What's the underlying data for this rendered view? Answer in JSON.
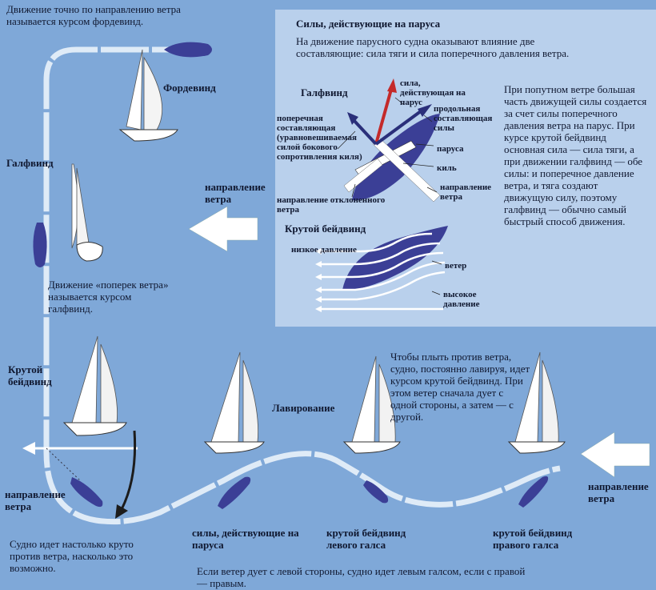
{
  "colors": {
    "background": "#7fa8d8",
    "panel": "#b9d0ec",
    "path": "#eaf2fb",
    "hull": "#3b3f96",
    "sail": "#ffffff",
    "arrow_red": "#c42a2a",
    "arrow_navy": "#2a2f7a"
  },
  "texts": {
    "top_left_caption": "Движение точно по направлению ветра называется курсом фордевинд.",
    "fordewind_label": "Фордевинд",
    "halfwind_label": "Галфвинд",
    "wind_direction_top": "направление ветра",
    "halfwind_caption": "Движение «поперек ветра» называется курсом галфвинд.",
    "close_haul_label": "Крутой бейдвинд",
    "tacking_label": "Лавирование",
    "tacking_caption": "Чтобы плыть против ветра, судно, постоянно лавируя, идет курсом крутой бейдвинд. При этом ветер сначала дует с одной стороны, а затем — с другой.",
    "wind_direction_left": "направление ветра",
    "wind_direction_right": "направление ветра",
    "close_caption": "Судно идет настолько круто против ветра, насколько это возможно.",
    "forces_bottom": "силы, действующие на паруса",
    "port_tack": "крутой бейдвинд левого галса",
    "starboard_tack": "крутой бейдвинд правого галса",
    "bottom_caption": "Если ветер дует с левой стороны, судно идет левым галсом, если с правой — правым."
  },
  "panel": {
    "title": "Силы, действующие на паруса",
    "intro": "На движение парусного судна оказывают влияние две составляющие: сила тяги и сила поперечного давления ветра.",
    "halfwind_label": "Галфвинд",
    "force_label": "сила, действующая на парус",
    "longitudinal": "продольная составляющая силы",
    "transverse": "поперечная составляющая (уравновешиваемая силой бокового сопротивления киля)",
    "sail": "паруса",
    "keel": "киль",
    "wind_dir": "направление ветра",
    "deflected_wind": "направление отклоненного ветра",
    "close_label": "Крутой бейдвинд",
    "low_pressure": "низкое давление",
    "wind": "ветер",
    "high_pressure": "высокое давление",
    "side_text": "При попутном ветре большая часть движущей силы создается за счет силы поперечного давления ветра на парус. При курсе крутой бейдвинд основная сила — сила тяги, а при движении галфвинд — обе силы: и поперечное давление ветра, и тяга создают движущую силу, поэтому галфвинд — обычно самый быстрый способ движения."
  }
}
